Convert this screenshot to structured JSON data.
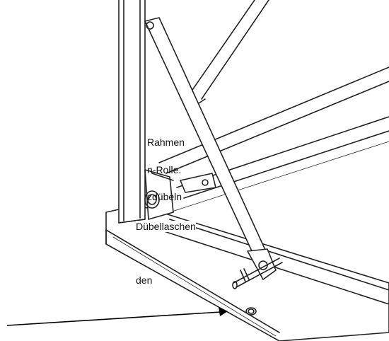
{
  "instructions": {
    "line_1": "Rahmen",
    "line_2": "n-Rolle.",
    "line_3": "zdübeln",
    "line_4": "Dübellaschen",
    "line_5": "den"
  }
}
